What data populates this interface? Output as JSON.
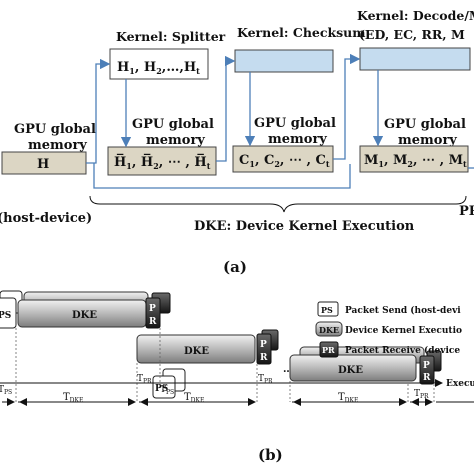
{
  "panel_a": {
    "kernel_splitter": "Kernel: Splitter",
    "kernel_checksum": "Kernel: Checksum",
    "kernel_decode": "Kernel: Decode/M",
    "kernel_decode_sub": "(ED, EC, RR, M",
    "gpu_global_1": "GPU global",
    "memory_1": "memory",
    "h_label": "H",
    "h_series": "H",
    "gpu_global_2": "GPU global",
    "memory_2": "memory",
    "gpu_global_3": "GPU global",
    "memory_3": "memory",
    "gpu_global_4": "GPU global",
    "memory_4": "memory",
    "c_series": "C",
    "m_series": "M",
    "host_device": "(host-device)",
    "dke_caption": "DKE: Device Kernel Execution",
    "pr_partial": "PR",
    "panel_label": "(a)"
  },
  "panel_b": {
    "ps": "PS",
    "dke": "DKE",
    "pr_p": "P",
    "pr_r": "R",
    "legend": [
      {
        "icon": "PS",
        "text": "Packet Send (host-devi"
      },
      {
        "icon": "DKE",
        "text": "Device Kernel Executio"
      },
      {
        "icon": "PR",
        "text": "Packet Receive (device"
      }
    ],
    "dots": "……",
    "execution": "Executi",
    "t_ps": "T",
    "t_ps_sub": "PS",
    "t_dke": "T",
    "t_dke_sub": "DKE",
    "t_pr": "T",
    "t_pr_sub": "PR",
    "panel_label": "(b)"
  },
  "colors": {
    "arrow": "#4d7fb8",
    "gpu_box": "#dcd6c4",
    "kernel_box": "#c5dcef"
  }
}
